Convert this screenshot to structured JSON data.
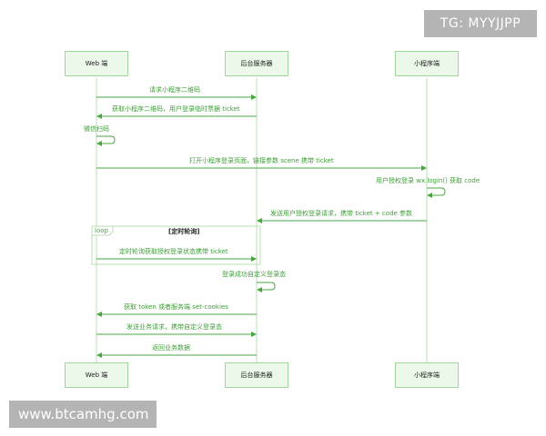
{
  "actors": {
    "web": "Web 端",
    "server": "后台服务器",
    "miniapp": "小程序端"
  },
  "messages": {
    "m1": "请求小程序二维码",
    "m2": "获取小程序二维码，用户登录临时票据 ticket",
    "m3": "微信扫码",
    "m4": "打开小程序登录页面，链接参数 scene 携带 ticket",
    "m5": "用户授权登录 wx.login() 获取 code",
    "m6": "发送用户授权登录请求，携带 ticket + code 参数",
    "m7": "定时轮询获取授权登录状态携带 ticket",
    "m8": "登录成功自定义登录态",
    "m9": "获取 token 或者服务端 set-cookies",
    "m10": "发送业务请求，携带自定义登录态",
    "m11": "返回业务数据"
  },
  "loop": {
    "tag": "loop",
    "condition": "[定时轮询]"
  },
  "watermarks": {
    "top": "TG: MYYJJPP",
    "bottom": "www.btcamhg.com"
  },
  "colors": {
    "accent": "#4aa542",
    "actor_fill": "#ecf8ea",
    "actor_border": "#9fd79a",
    "lifeline": "#b8dfb3",
    "watermark_bg": "#aaaaaa"
  }
}
